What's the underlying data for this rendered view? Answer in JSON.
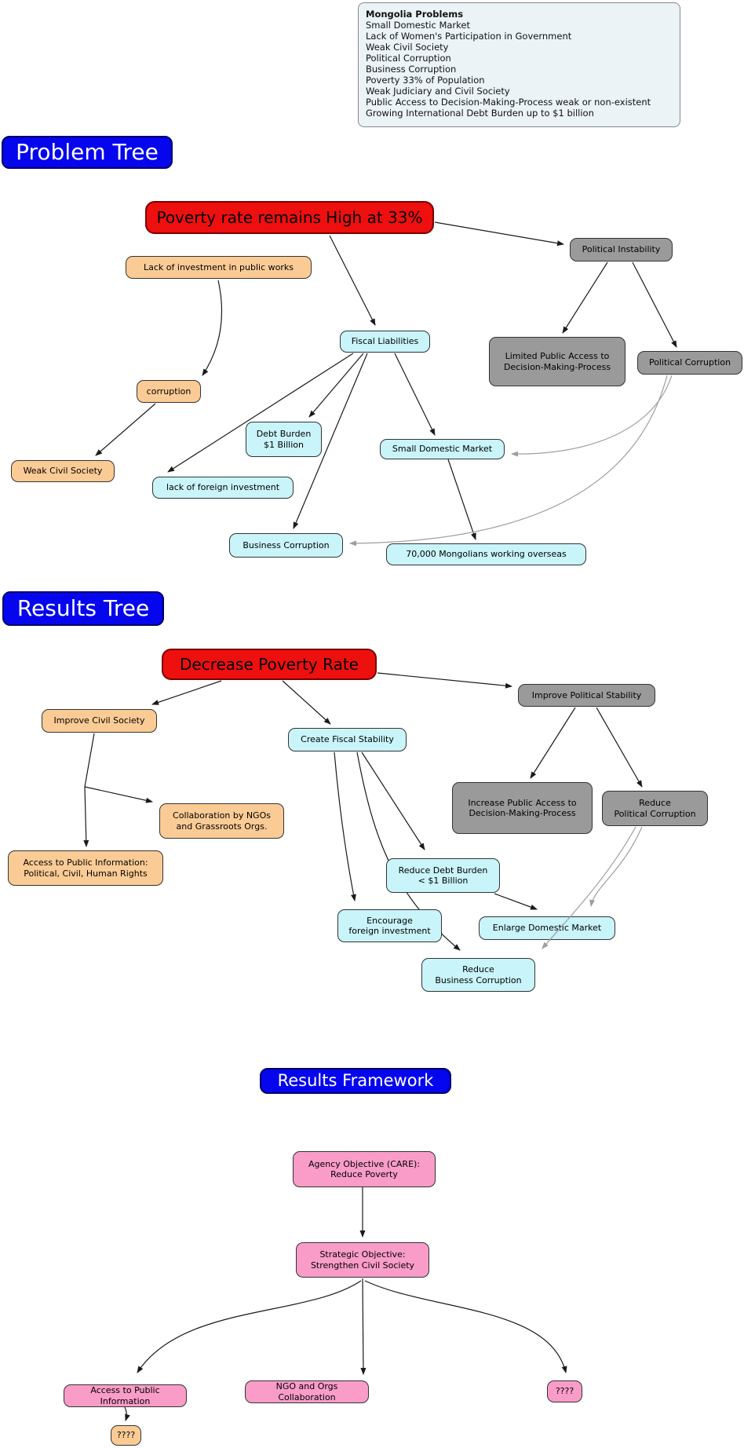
{
  "legend": {
    "title": "Mongolia Problems",
    "items": [
      "Small Domestic Market",
      "Lack of Women's Participation in Government",
      "Weak Civil Society",
      "Political Corruption",
      "Business Corruption",
      "Poverty 33% of Population",
      "Weak Judiciary and Civil Society",
      "Public Access to Decision-Making-Process weak or non-existent",
      "Growing International Debt Burden up to $1 billion"
    ]
  },
  "sections": {
    "problem_tree": "Problem Tree",
    "results_tree": "Results Tree",
    "results_framework": "Results Framework"
  },
  "nodes": {
    "poverty_high": "Poverty rate remains High at 33%",
    "political_instability": "Political Instability",
    "lack_investment": "Lack of investment in public  works",
    "fiscal_liabilities": "Fiscal Liabilities",
    "limited_public_access": "Limited Public Access to\nDecision-Making-Process",
    "political_corruption": "Political Corruption",
    "corruption": "corruption",
    "debt_burden": "Debt Burden\n$1 Billion",
    "small_domestic_market": "Small Domestic Market",
    "weak_civil_society": "Weak Civil Society",
    "lack_foreign_investment": "lack of foreign investment",
    "business_corruption": "Business Corruption",
    "mongolians_overseas": "70,000 Mongolians working overseas",
    "decrease_poverty": "Decrease Poverty Rate",
    "improve_political_stability": "Improve Political Stability",
    "improve_civil_society": "Improve Civil Society",
    "create_fiscal_stability": "Create Fiscal Stability",
    "increase_public_access": "Increase Public Access to\nDecision-Making-Process",
    "reduce_political_corruption": "Reduce\nPolitical Corruption",
    "collaboration_ngos": "Collaboration by NGOs\nand Grassroots Orgs.",
    "access_public_info_rights": "Access to Public Information:\nPolitical, Civil, Human Rights",
    "reduce_debt_burden": "Reduce Debt Burden\n< $1 Billion",
    "encourage_foreign_investment": "Encourage\nforeign investment",
    "enlarge_domestic_market": "Enlarge Domestic Market",
    "reduce_business_corruption": "Reduce\nBusiness Corruption",
    "agency_objective": "Agency Objective (CARE):\nReduce Poverty",
    "strategic_objective": "Strategic Objective:\nStrengthen Civil Society",
    "access_public_information": "Access to Public Information",
    "ngo_orgs_collaboration": "NGO and Orgs Collaboration",
    "unknown_pink": "????",
    "unknown_orange": "????"
  },
  "colors": {
    "section_title_bg": "#0505ee",
    "core_problem_bg": "#ee0f0f",
    "civil_society_bg": "#fbcb96",
    "fiscal_bg": "#c9f4f9",
    "political_bg": "#9a9a9a",
    "framework_bg": "#f99cc8",
    "legend_bg": "#ebf3f7",
    "arrow_black": "#1a1a1a",
    "arrow_gray": "#9e9e9e"
  }
}
